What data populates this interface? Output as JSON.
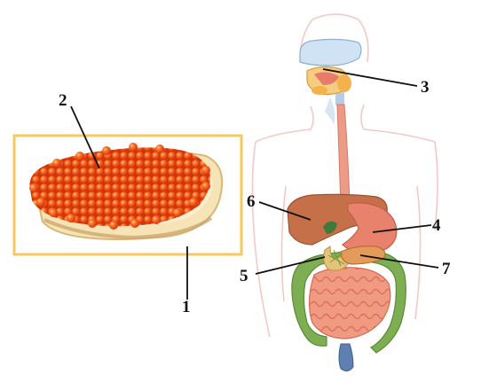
{
  "labels": {
    "n1": "1",
    "n2": "2",
    "n3": "3",
    "n4": "4",
    "n5": "5",
    "n6": "6",
    "n7": "7"
  },
  "colors": {
    "frame": "#f7c85e",
    "caviar": "#f24a0e",
    "bread": "#f5e1b0",
    "esophagus": "#e9907a",
    "liver": "#c9744e",
    "stomach": "#e8826c",
    "pancreas": "#e49b5a",
    "small_intestine": "#f08a72",
    "large_intestine": "#7eae52",
    "body_outline": "#f4c8c8"
  }
}
